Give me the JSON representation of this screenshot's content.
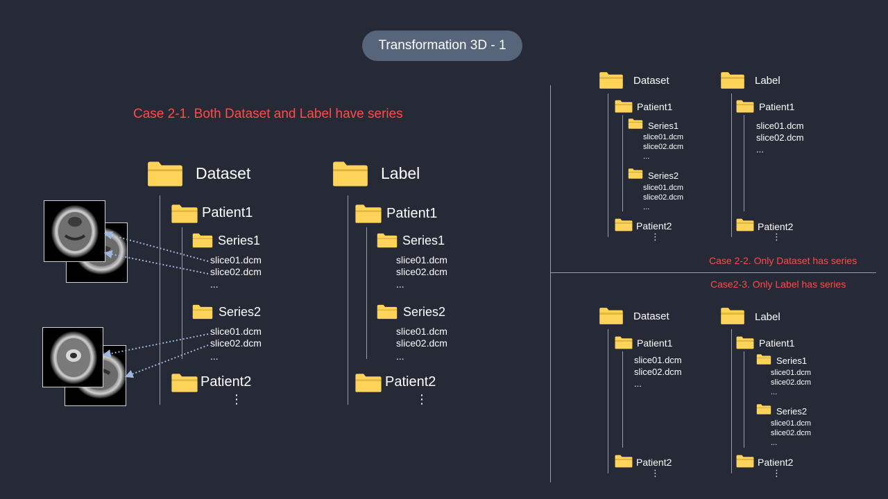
{
  "title": "Transformation 3D - 1",
  "case21": {
    "title": "Case 2-1. Both Dataset and Label have series",
    "dataset": {
      "name": "Dataset",
      "patient1": "Patient1",
      "series1": "Series1",
      "series1_files": [
        "slice01.dcm",
        "slice02.dcm",
        "..."
      ],
      "series2": "Series2",
      "series2_files": [
        "slice01.dcm",
        "slice02.dcm",
        "..."
      ],
      "patient2": "Patient2",
      "more": "⋮"
    },
    "label": {
      "name": "Label",
      "patient1": "Patient1",
      "series1": "Series1",
      "series1_files": [
        "slice01.dcm",
        "slice02.dcm",
        "..."
      ],
      "series2": "Series2",
      "series2_files": [
        "slice01.dcm",
        "slice02.dcm",
        "..."
      ],
      "patient2": "Patient2",
      "more": "⋮"
    }
  },
  "case22": {
    "title": "Case 2-2. Only Dataset has series",
    "dataset": {
      "name": "Dataset",
      "patient1": "Patient1",
      "series1": "Series1",
      "series1_files": [
        "slice01.dcm",
        "slice02.dcm",
        "..."
      ],
      "series2": "Series2",
      "series2_files": [
        "slice01.dcm",
        "slice02.dcm",
        "..."
      ],
      "patient2": "Patient2",
      "more": "⋮"
    },
    "label": {
      "name": "Label",
      "patient1": "Patient1",
      "files": [
        "slice01.dcm",
        "slice02.dcm",
        "..."
      ],
      "patient2": "Patient2",
      "more": "⋮"
    }
  },
  "case23": {
    "title": "Case2-3. Only Label has series",
    "dataset": {
      "name": "Dataset",
      "patient1": "Patient1",
      "files": [
        "slice01.dcm",
        "slice02.dcm",
        "..."
      ],
      "patient2": "Patient2",
      "more": "⋮"
    },
    "label": {
      "name": "Label",
      "patient1": "Patient1",
      "series1": "Series1",
      "series1_files": [
        "slice01.dcm",
        "slice02.dcm",
        "..."
      ],
      "series2": "Series2",
      "series2_files": [
        "slice01.dcm",
        "slice02.dcm",
        "..."
      ],
      "patient2": "Patient2",
      "more": "⋮"
    }
  },
  "colors": {
    "background": "#262a36",
    "folder": "#fdd35a",
    "accent_red": "#ff4b4b",
    "pill": "#56657a",
    "line": "#9aa0ab",
    "arrow": "#9fb8e0"
  },
  "icons": [
    "folder-icon",
    "mri-slice-image",
    "dotted-arrow"
  ]
}
